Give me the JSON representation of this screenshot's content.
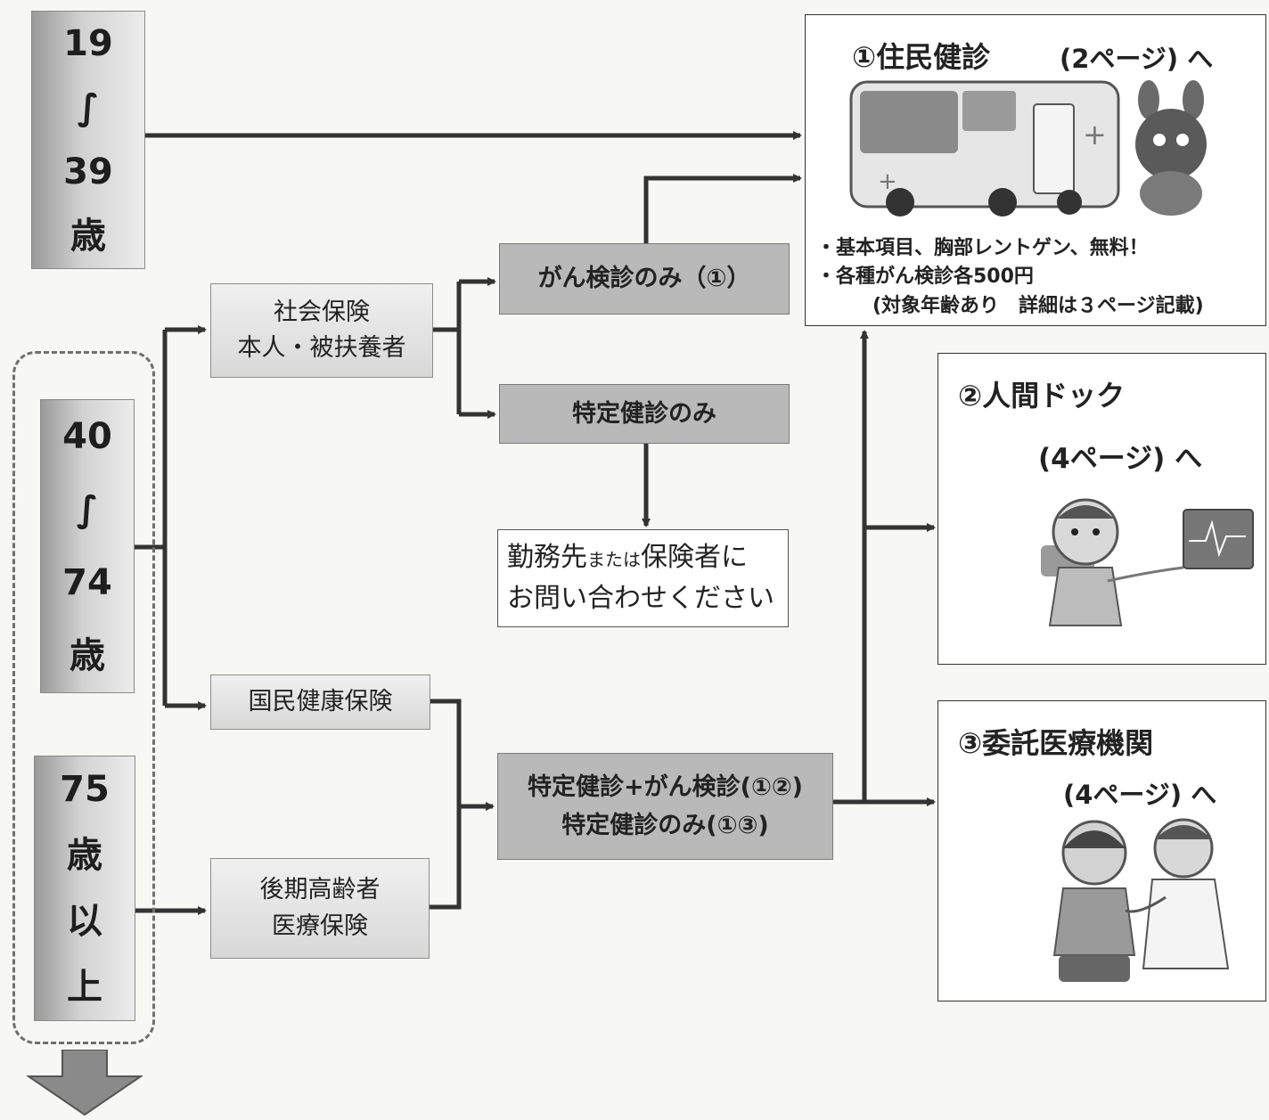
{
  "ages": {
    "group1": [
      "19",
      "∫",
      "39",
      "歳"
    ],
    "group2": [
      "40",
      "∫",
      "74",
      "歳"
    ],
    "group3": [
      "75",
      "歳",
      "以",
      "上"
    ]
  },
  "insurance": {
    "social_line1": "社会保険",
    "social_line2": "本人・被扶養者",
    "national": "国民健康保険",
    "elderly_line1": "後期高齢者",
    "elderly_line2": "医療保険"
  },
  "exams": {
    "cancer_only": "がん検診のみ（①）",
    "specific_only": "特定健診のみ",
    "combined_line1": "特定健診+がん検診(①②)",
    "combined_line2": "特定健診のみ(①③)"
  },
  "inquiry": {
    "part1": "勤務先",
    "part2": "または",
    "part3": "保険者に",
    "line2": "お問い合わせください"
  },
  "destinations": {
    "d1": {
      "title": "①住民健診",
      "page": "(2ページ) へ",
      "note1": "・基本項目、胸部レントゲン、無料！",
      "note2": "・各種がん検診各500円",
      "note3": "(対象年齢あり　詳細は３ページ記載)"
    },
    "d2": {
      "title": "②人間ドック",
      "page": "(4ページ) へ"
    },
    "d3": {
      "title": "③委託医療機関",
      "page": "(4ページ) へ"
    }
  },
  "icons": [
    "health-bus-icon",
    "mascot-icon",
    "heart-monitor-patient-icon",
    "doctor-patient-icon",
    "down-arrow-icon"
  ]
}
